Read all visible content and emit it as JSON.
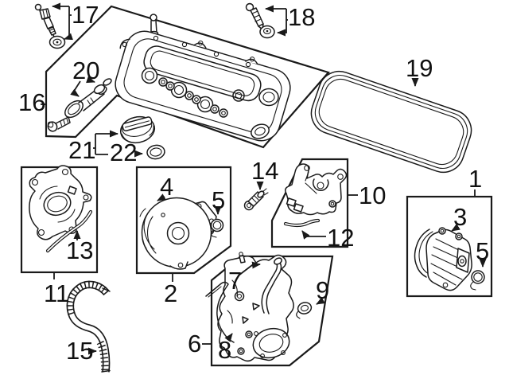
{
  "diagram": {
    "background": "#ffffff",
    "line_color": "#1a1a1a",
    "callouts": {
      "c1": "1",
      "c2": "2",
      "c3": "3",
      "c4": "4",
      "c5a": "5",
      "c5b": "5",
      "c6": "6",
      "c7": "7",
      "c8": "8",
      "c9": "9",
      "c10": "10",
      "c11": "11",
      "c12": "12",
      "c13": "13",
      "c14": "14",
      "c15": "15",
      "c16": "16",
      "c17": "17",
      "c18": "18",
      "c19": "19",
      "c20": "20",
      "c21": "21",
      "c22": "22"
    }
  }
}
